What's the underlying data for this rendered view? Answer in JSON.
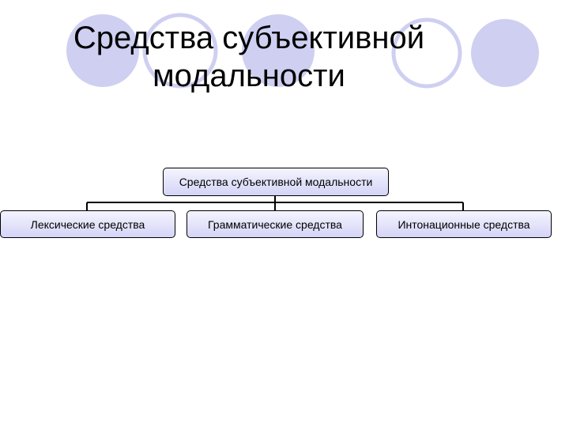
{
  "title": {
    "line1": "Средства субъективной",
    "line2": "модальности"
  },
  "diagram": {
    "root": "Средства субъективной модальности",
    "children": [
      "Лексические средства",
      "Грамматические средства",
      "Интонационные средства"
    ]
  },
  "colors": {
    "circle_fill": "#cfcff2",
    "circle_outline": "#cfcff2",
    "node_fill_top": "#f4f4ff",
    "node_fill_bottom": "#d4d4f7"
  }
}
